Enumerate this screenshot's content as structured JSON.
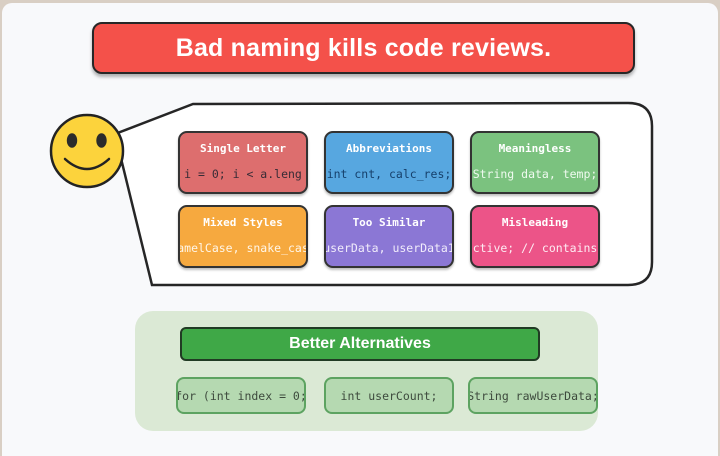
{
  "banner": {
    "title": "Bad naming kills code reviews.",
    "bg": "#f4514a"
  },
  "speech_bubble": {
    "cards": [
      {
        "title": "Single Letter",
        "code": "i = 0; i < a.leng",
        "bg": "#dd6e6e",
        "code_color": "#382c36"
      },
      {
        "title": "Abbreviations",
        "code": "int cnt, calc_res;",
        "bg": "#57a7e0",
        "code_color": "#16406b"
      },
      {
        "title": "Meaningless",
        "code": "String data, temp;",
        "bg": "#7bc27f",
        "code_color": "#effaef"
      },
      {
        "title": "Mixed Styles",
        "code": "amelCase, snake_cas",
        "bg": "#f6a93f",
        "code_color": "#fff6e8"
      },
      {
        "title": "Too Similar",
        "code": "userData, userData1",
        "bg": "#8b77d5",
        "code_color": "#f1ecfb"
      },
      {
        "title": "Misleading",
        "code": "ctive; // contains",
        "bg": "#ec5488",
        "code_color": "#fdecf3"
      }
    ]
  },
  "alternatives": {
    "heading": "Better Alternatives",
    "heading_bg": "#3fa847",
    "panel_bg": "#dbe9d5",
    "items": [
      {
        "code": "for (int index = 0;"
      },
      {
        "code": "int userCount;"
      },
      {
        "code": "String rawUserData;"
      }
    ]
  },
  "icons": {
    "smiley_fill": "#fcd33c",
    "outline": "#262626"
  }
}
